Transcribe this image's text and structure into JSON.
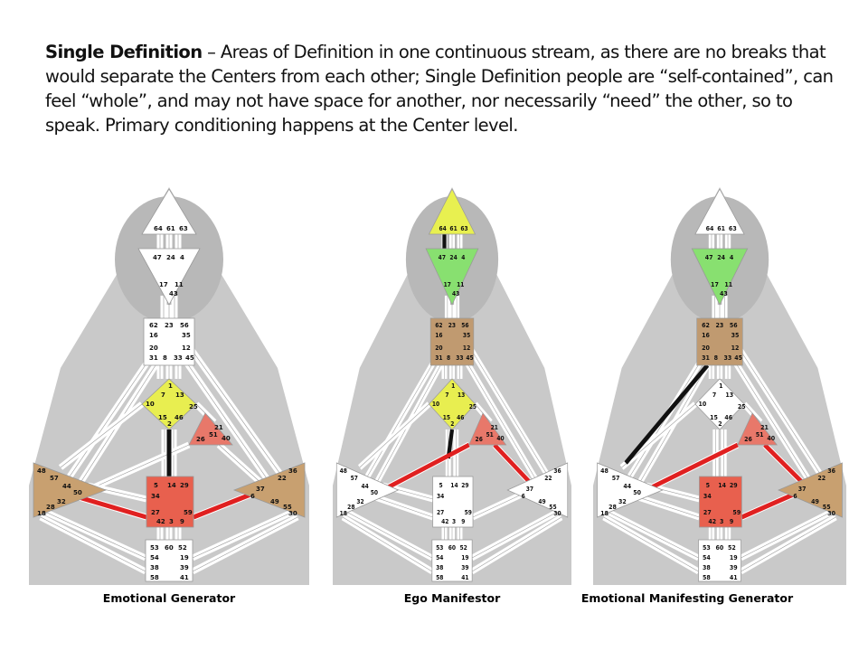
{
  "slide": {
    "heading": "Single Definition",
    "body": " – Areas of Definition in one continuous stream, as there are no breaks that would separate the Centers from each other; Single Definition people are “self-contained”, can feel “whole”, and may not have space for another, nor necessarily “need” the other, so to speak. Primary conditioning happens at the Center level."
  },
  "charts": [
    {
      "caption": "Emotional Generator",
      "colors": {
        "head": "#ffffff",
        "ajna": "#ffffff",
        "throat": "#ffffff",
        "g": "#e8ee50",
        "ego": "#e8786a",
        "sacral": "#e8604e",
        "spleen": "#c8a070",
        "solar": "#c8a070",
        "root": "#ffffff"
      },
      "gates": {
        "head": [
          "64",
          "61",
          "63"
        ],
        "ajna": [
          "47",
          "24",
          "4",
          "17",
          "11",
          "43"
        ],
        "throat": [
          "62",
          "23",
          "56",
          "16",
          "35",
          "20",
          "12",
          "31",
          "8",
          "33",
          "45"
        ],
        "g": [
          "1",
          "7",
          "13",
          "10",
          "25",
          "15",
          "46",
          "2"
        ],
        "ego": [
          "21",
          "51",
          "26",
          "40"
        ],
        "sacral": [
          "5",
          "14",
          "29",
          "34",
          "27",
          "59",
          "42",
          "3",
          "9"
        ],
        "spleen": [
          "48",
          "57",
          "44",
          "50",
          "32",
          "28",
          "18"
        ],
        "solar": [
          "36",
          "22",
          "37",
          "6",
          "49",
          "55",
          "30"
        ],
        "root": [
          "53",
          "60",
          "52",
          "54",
          "19",
          "38",
          "39",
          "58",
          "41"
        ]
      }
    },
    {
      "caption": "Ego Manifestor",
      "colors": {
        "head": "#e8f050",
        "ajna": "#88e070",
        "throat": "#c09a70",
        "g": "#e8ee50",
        "ego": "#e8786a",
        "sacral": "#ffffff",
        "spleen": "#ffffff",
        "solar": "#ffffff",
        "root": "#ffffff"
      },
      "gates": {
        "head": [
          "64",
          "61",
          "63"
        ],
        "ajna": [
          "47",
          "24",
          "4",
          "17",
          "11",
          "43"
        ],
        "throat": [
          "62",
          "23",
          "56",
          "16",
          "35",
          "20",
          "12",
          "31",
          "8",
          "33",
          "45"
        ],
        "g": [
          "1",
          "7",
          "13",
          "10",
          "25",
          "15",
          "46",
          "2"
        ],
        "ego": [
          "21",
          "51",
          "26",
          "40"
        ],
        "sacral": [
          "5",
          "14",
          "29",
          "34",
          "27",
          "59",
          "42",
          "3",
          "9"
        ],
        "spleen": [
          "48",
          "57",
          "44",
          "50",
          "32",
          "28",
          "18"
        ],
        "solar": [
          "36",
          "22",
          "37",
          "6",
          "49",
          "55",
          "30"
        ],
        "root": [
          "53",
          "60",
          "52",
          "54",
          "19",
          "38",
          "39",
          "58",
          "41"
        ]
      }
    },
    {
      "caption": "Emotional Manifesting Generator",
      "colors": {
        "head": "#ffffff",
        "ajna": "#88e070",
        "throat": "#c09a70",
        "g": "#ffffff",
        "ego": "#e8786a",
        "sacral": "#e8604e",
        "spleen": "#ffffff",
        "solar": "#c8a070",
        "root": "#ffffff"
      },
      "gates": {
        "head": [
          "64",
          "61",
          "63"
        ],
        "ajna": [
          "47",
          "24",
          "4",
          "17",
          "11",
          "43"
        ],
        "throat": [
          "62",
          "23",
          "56",
          "16",
          "35",
          "20",
          "12",
          "31",
          "8",
          "33",
          "45"
        ],
        "g": [
          "1",
          "7",
          "13",
          "10",
          "25",
          "15",
          "46",
          "2"
        ],
        "ego": [
          "21",
          "51",
          "26",
          "40"
        ],
        "sacral": [
          "5",
          "14",
          "29",
          "34",
          "27",
          "59",
          "42",
          "3",
          "9"
        ],
        "spleen": [
          "48",
          "57",
          "44",
          "50",
          "32",
          "28",
          "18"
        ],
        "solar": [
          "36",
          "22",
          "37",
          "6",
          "49",
          "55",
          "30"
        ],
        "root": [
          "53",
          "60",
          "52",
          "54",
          "19",
          "38",
          "39",
          "58",
          "41"
        ]
      }
    }
  ]
}
